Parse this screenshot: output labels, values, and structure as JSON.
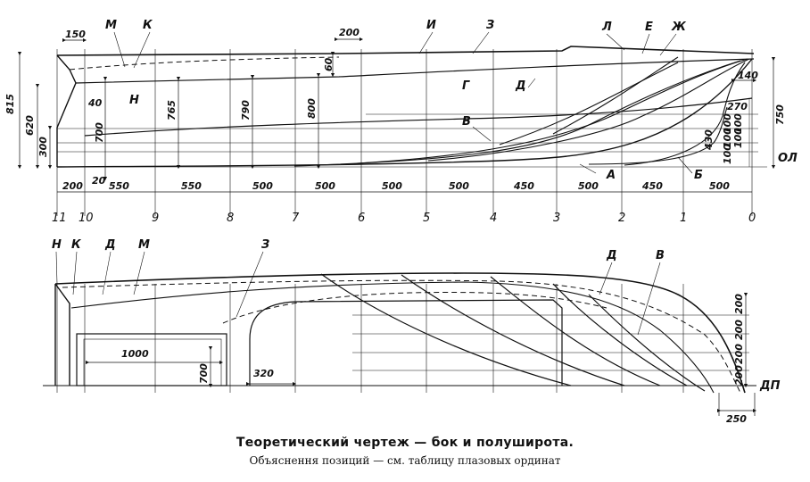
{
  "profile": {
    "heights_left": [
      "815",
      "620",
      "300"
    ],
    "top_dims": [
      "150",
      "200",
      "60"
    ],
    "inner_dims": [
      "40",
      "20",
      "700",
      "765",
      "790",
      "800"
    ],
    "right_dims": [
      "140",
      "750",
      "270",
      "430",
      "100",
      "100",
      "100",
      "100",
      "100"
    ],
    "baseline_label": "ОЛ",
    "spacings": [
      "200",
      "550",
      "550",
      "500",
      "500",
      "500",
      "500",
      "450",
      "500",
      "450",
      "500"
    ],
    "stations": [
      "11",
      "10",
      "9",
      "8",
      "7",
      "6",
      "5",
      "4",
      "3",
      "2",
      "1",
      "0"
    ],
    "line_labels": {
      "m": "М",
      "k": "К",
      "i": "И",
      "z": "З",
      "l": "Л",
      "e": "Е",
      "zh": "Ж",
      "g": "Г",
      "d": "Д",
      "n": "Н",
      "v": "В",
      "a": "А",
      "b": "Б"
    }
  },
  "plan": {
    "top_labels": [
      "Н",
      "К",
      "Д",
      "М",
      "З",
      "Д",
      "В"
    ],
    "dims": [
      "1000",
      "700",
      "320",
      "200",
      "200",
      "200",
      "200",
      "250"
    ],
    "centerline_label": "ДП"
  },
  "caption": {
    "title": "Теоретический чертеж — бок и полуширота.",
    "subtitle": "Объяснення позиций — см. таблицу плазовых ординат"
  }
}
